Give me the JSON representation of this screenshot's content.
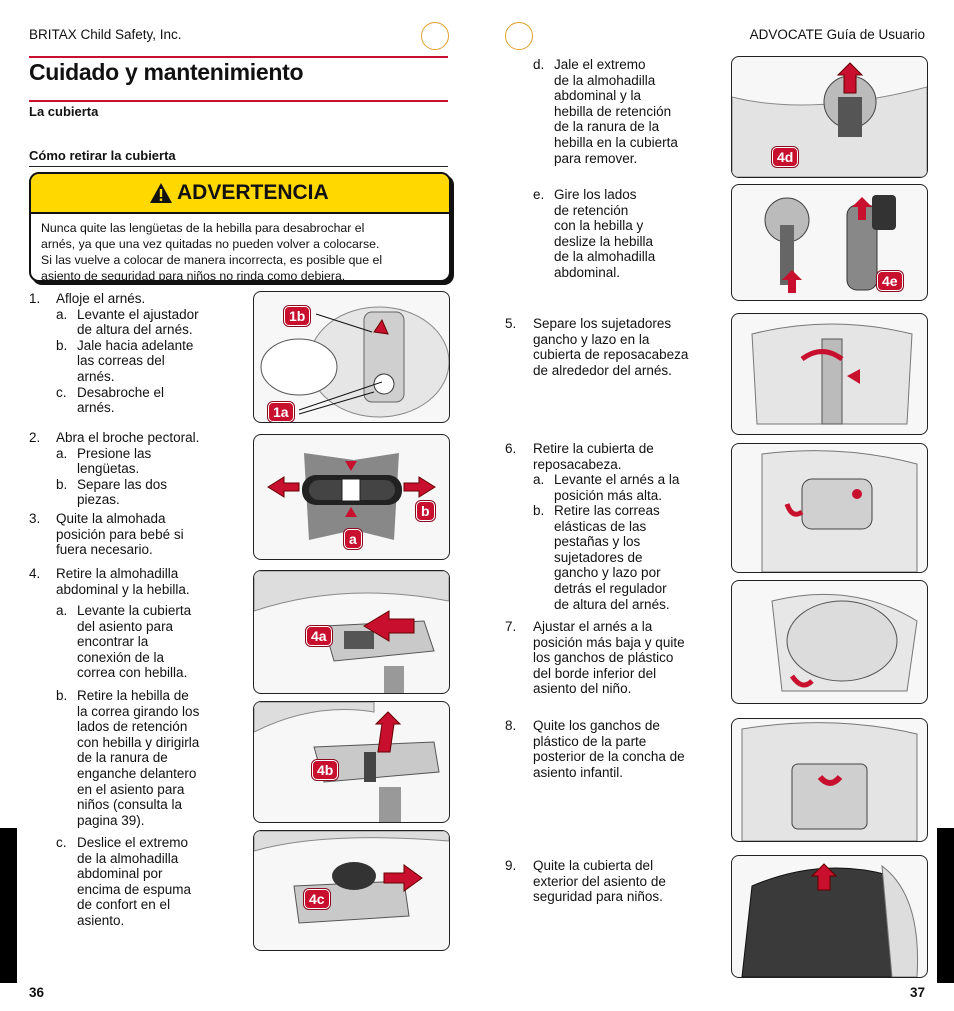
{
  "left_page": {
    "header": "BRITAX Child Safety, Inc.",
    "title": "Cuidado y mantenimiento",
    "section": "La cubierta",
    "subsection": "Cómo retirar la cubierta",
    "warning": {
      "title": "ADVERTENCIA",
      "line1": "Nunca quite las lengüetas de la hebilla para desabrochar el",
      "line2": "arnés, ya que una vez quitadas no pueden volver a colocarse.",
      "line3": "Si las vuelve a colocar de manera incorrecta, es posible que el",
      "line4": "asiento de seguridad para niños no rinda como debiera."
    },
    "step1": {
      "num": "1.",
      "text": "Afloje el arnés.",
      "a": [
        "a.",
        "Levante el ajustador",
        "de altura del arnés."
      ],
      "b": [
        "b.",
        "Jale hacia adelante",
        "las correas del",
        "arnés."
      ],
      "c": [
        "c.",
        "Desabroche el",
        "arnés."
      ]
    },
    "step2": {
      "num": "2.",
      "text": "Abra el broche pectoral.",
      "a": [
        "a.",
        "Presione las",
        "lengüetas."
      ],
      "b": [
        "b.",
        "Separe las dos",
        "piezas."
      ]
    },
    "step3": {
      "num": "3.",
      "lines": [
        "Quite la almohada",
        "posición para bebé si",
        "fuera necesario."
      ]
    },
    "step4": {
      "num": "4.",
      "lines": [
        "Retire la almohadilla",
        "abdominal y la hebilla."
      ],
      "a": [
        "a.",
        "Levante la cubierta",
        "del asiento para",
        "encontrar la",
        "conexión de la",
        "correa con hebilla."
      ],
      "b": [
        "b.",
        "Retire la hebilla de",
        "la correa girando los",
        "lados de retención",
        "con hebilla y dirigirla",
        "de la ranura de",
        "enganche delantero",
        "en el asiento para",
        "niños (consulta la",
        "pagina 39)."
      ],
      "c": [
        "c.",
        "Deslice el extremo",
        "de la almohadilla",
        "abdominal por",
        "encima de espuma",
        "de confort en el",
        "asiento."
      ]
    },
    "figure_labels": {
      "f1b": "1b",
      "f1a": "1a",
      "f2a": "a",
      "f2b": "b",
      "f4a": "4a",
      "f4b": "4b",
      "f4c": "4c"
    },
    "page_number": "36"
  },
  "right_page": {
    "header": "ADVOCATE Guía de Usuario",
    "d": [
      "d.",
      "Jale el extremo",
      "de la almohadilla",
      "abdominal y la",
      "hebilla de retención",
      "de la ranura de la",
      "hebilla en la cubierta",
      "para remover."
    ],
    "e": [
      "e.",
      "Gire los lados",
      "de retención",
      "con la hebilla y",
      "deslize la hebilla",
      "de la almohadilla",
      "abdominal."
    ],
    "step5": {
      "num": "5.",
      "lines": [
        "Separe los sujetadores",
        "gancho y lazo en la",
        "cubierta de reposacabeza",
        "de alrededor del arnés."
      ]
    },
    "step6": {
      "num": "6.",
      "lines": [
        "Retire la cubierta de",
        "reposacabeza."
      ],
      "a": [
        "a.",
        "Levante el arnés a la",
        "posición más alta."
      ],
      "b": [
        "b.",
        "Retire las correas",
        "elásticas de las",
        "pestañas y los",
        "sujetadores de",
        "gancho y lazo por",
        "detrás el regulador",
        "de altura del arnés."
      ]
    },
    "step7": {
      "num": "7.",
      "lines": [
        "Ajustar el arnés a la",
        "posición más baja y quite",
        "los ganchos de plástico",
        "del borde inferior del",
        "asiento del niño."
      ]
    },
    "step8": {
      "num": "8.",
      "lines": [
        "Quite los ganchos de",
        "plástico de la parte",
        "posterior de la concha de",
        "asiento infantil."
      ]
    },
    "step9": {
      "num": "9.",
      "lines": [
        "Quite la cubierta del",
        "exterior del asiento de",
        "seguridad para niños."
      ]
    },
    "figure_labels": {
      "f4d": "4d",
      "f4e": "4e"
    },
    "page_number": "37"
  }
}
